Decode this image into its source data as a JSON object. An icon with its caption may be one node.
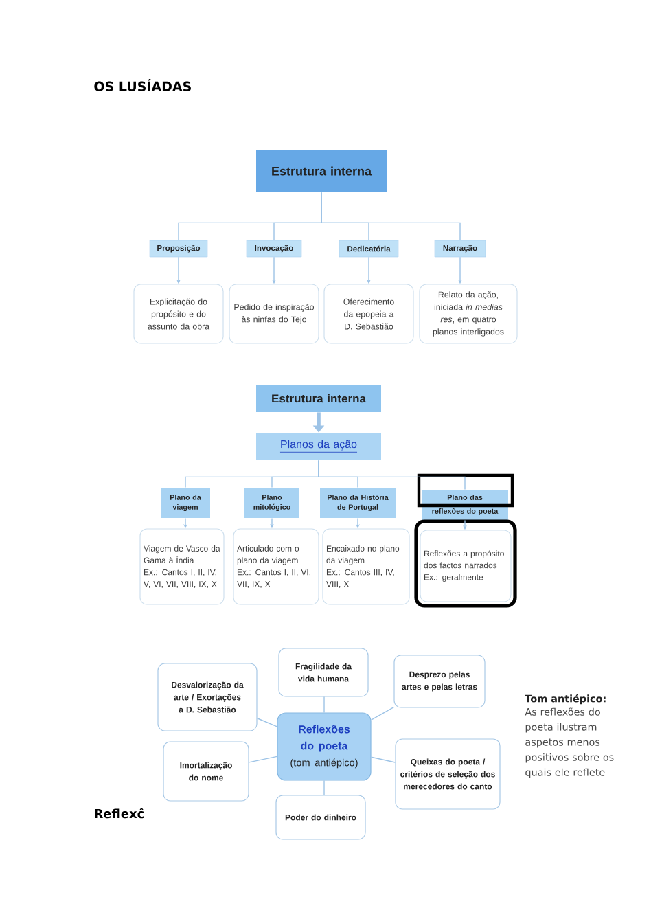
{
  "diagram": {
    "title": "OS LUSÍADAS",
    "nodes": [
      {
        "text": [
          "Estrutura interna"
        ]
      },
      {
        "text": [
          "Proposição"
        ]
      },
      {
        "text": [
          "Invocação"
        ]
      },
      {
        "text": [
          "Dedicatória"
        ]
      },
      {
        "text": [
          "Narração"
        ]
      },
      {
        "text": [
          "Explicitação do propósito e do assunto da obra"
        ]
      },
      {
        "text": [
          "Pedido de inspiração às ninfas do Tejo"
        ]
      },
      {
        "text": [
          "Oferecimento da epopeia a D. Sebastião"
        ]
      },
      {
        "text": [
          "Relato da ação, iniciada *in medias res*, em quatro planos interligados"
        ]
      },
      {
        "text": [
          "Estrutura interna"
        ]
      },
      {
        "text": [
          "Planos da ação"
        ]
      },
      {
        "text": [
          "Plano da viagem"
        ]
      },
      {
        "text": [
          "Plano mitológico"
        ]
      },
      {
        "text": [
          "Plano da História de Portugal"
        ]
      },
      {
        "text": [
          "Plano das reflexões do poeta"
        ]
      },
      {
        "text": [
          "Viagem de Vasco da Gama à Índia",
          "Ex.: Cantos I, II, IV, V, VI, VII, VIII, IX, X"
        ]
      },
      {
        "text": [
          "Articulado com o plano da viagem",
          "Ex.: Cantos I, II, VI, VII, IX, X"
        ]
      },
      {
        "text": [
          "Encaixado no plano da viagem",
          "Ex.: Cantos III, IV, VIII, X"
        ]
      },
      {
        "text": [
          "Reflexões a propósito dos factos narrados",
          "Ex.: geralmente"
        ]
      },
      {
        "text": [
          "Desvalorização da arte / Exortações a D. Sebastião"
        ]
      },
      {
        "text": [
          "Fragilidade da vida humana"
        ]
      },
      {
        "text": [
          "Desprezo pelas artes e pelas letras"
        ]
      },
      {
        "text": [
          "Reflexões do poeta",
          "(tom antiépico)"
        ]
      },
      {
        "text": [
          "Imortalização do nome"
        ]
      },
      {
        "text": [
          "Queixas do poeta / critérios de seleção dos merecedores do canto"
        ]
      },
      {
        "text": [
          "Poder do dinheiro"
        ]
      }
    ],
    "edges": [
      {
        "from": 0,
        "to": 1,
        "arrow": "none"
      },
      {
        "from": 0,
        "to": 2,
        "arrow": "none"
      },
      {
        "from": 0,
        "to": 3,
        "arrow": "none"
      },
      {
        "from": 0,
        "to": 4,
        "arrow": "none"
      },
      {
        "from": 1,
        "to": 5,
        "arrow": "to"
      },
      {
        "from": 2,
        "to": 6,
        "arrow": "to"
      },
      {
        "from": 3,
        "to": 7,
        "arrow": "to"
      },
      {
        "from": 4,
        "to": 8,
        "arrow": "to"
      },
      {
        "from": 9,
        "to": 10,
        "arrow": "to",
        "style": "thick"
      },
      {
        "from": 10,
        "to": 11,
        "arrow": "none"
      },
      {
        "from": 10,
        "to": 12,
        "arrow": "none"
      },
      {
        "from": 10,
        "to": 13,
        "arrow": "none"
      },
      {
        "from": 10,
        "to": 14,
        "arrow": "none"
      },
      {
        "from": 11,
        "to": 15,
        "arrow": "to"
      },
      {
        "from": 12,
        "to": 16,
        "arrow": "to"
      },
      {
        "from": 13,
        "to": 17,
        "arrow": "to"
      },
      {
        "from": 14,
        "to": 18,
        "arrow": "to"
      },
      {
        "from": 22,
        "to": 19,
        "arrow": "none"
      },
      {
        "from": 22,
        "to": 20,
        "arrow": "none"
      },
      {
        "from": 22,
        "to": 21,
        "arrow": "none"
      },
      {
        "from": 22,
        "to": 23,
        "arrow": "none"
      },
      {
        "from": 22,
        "to": 24,
        "arrow": "none"
      },
      {
        "from": 22,
        "to": 25,
        "arrow": "none"
      }
    ],
    "labels": [
      "Tom antiépico:",
      "As reflexões do poeta ilustram aspetos menos positivos sobre os quais ele reflete",
      "Reflexĉ"
    ]
  }
}
